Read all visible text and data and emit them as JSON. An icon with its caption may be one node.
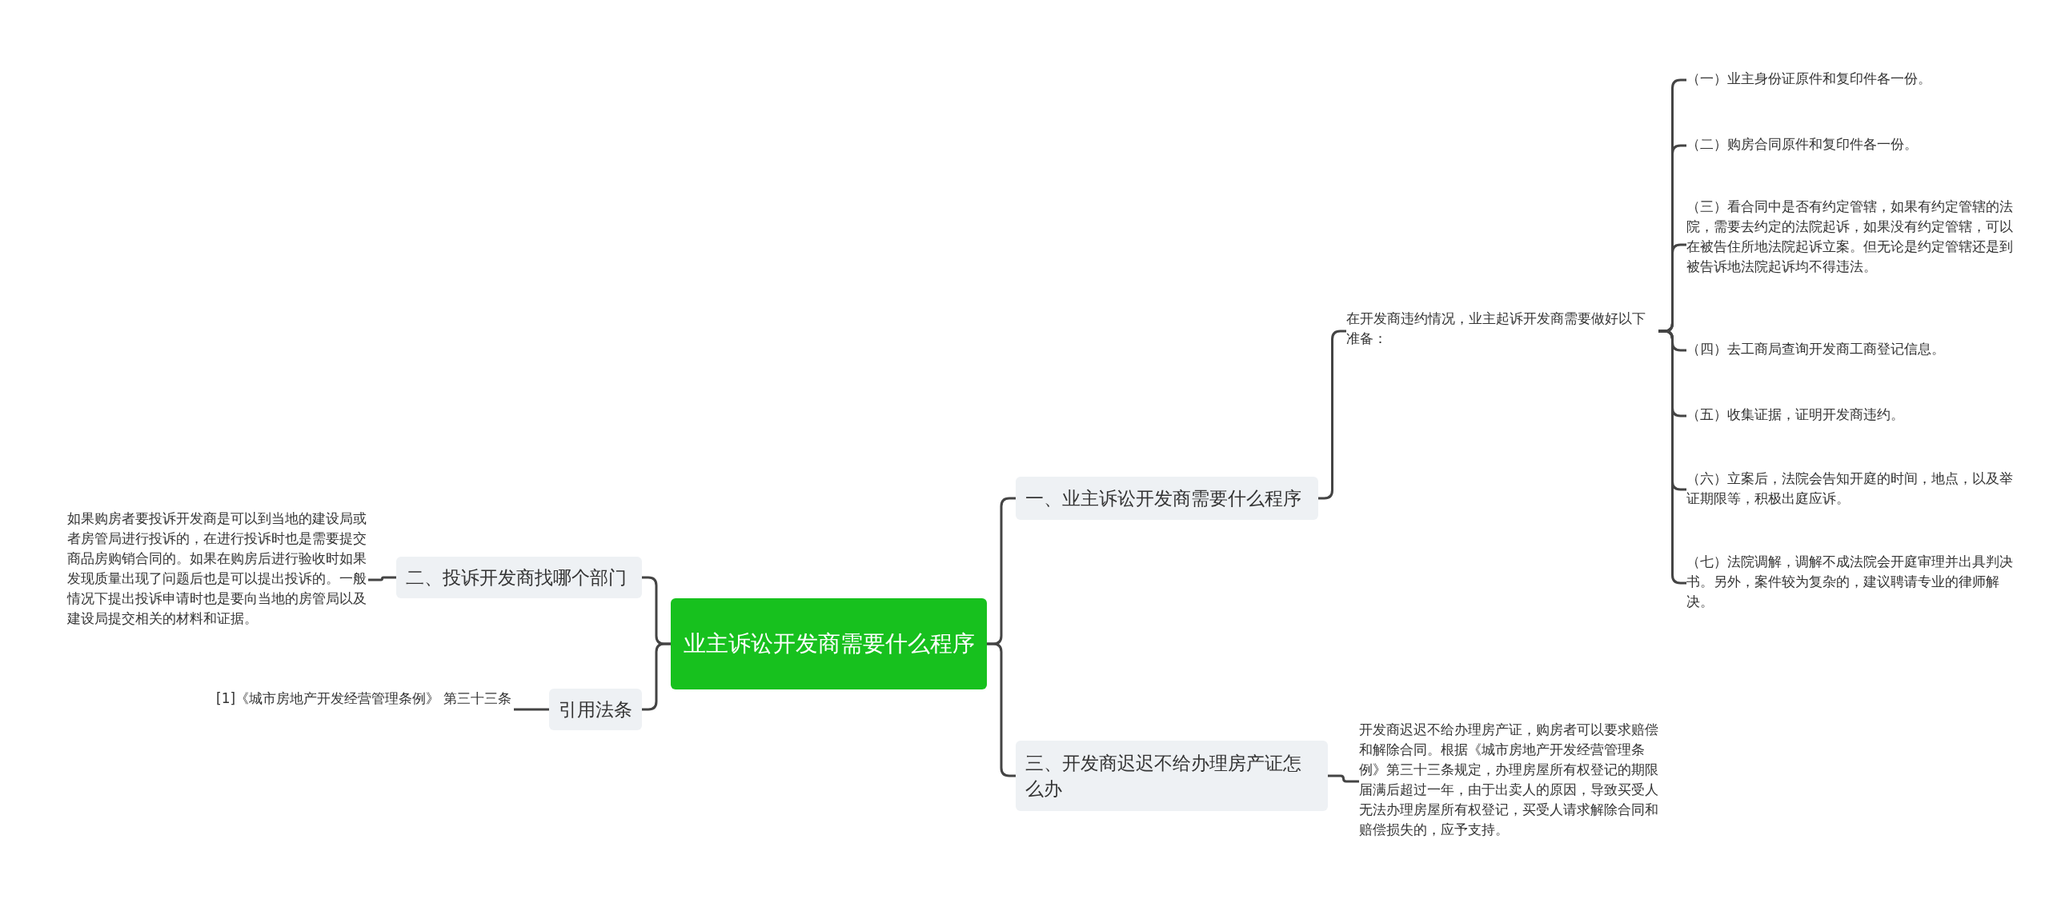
{
  "diagram": {
    "nodes": [
      {
        "text": [
          "业主诉讼开发商需要什么程序"
        ]
      },
      {
        "text": [
          "一、业主诉讼开发商需要什么程序"
        ]
      },
      {
        "text": [
          "在开发商违约情况，业主起诉开发商需要做好以下准备："
        ]
      },
      {
        "text": [
          "（一）业主身份证原件和复印件各一份。"
        ]
      },
      {
        "text": [
          "（二）购房合同原件和复印件各一份。"
        ]
      },
      {
        "text": [
          "（三）看合同中是否有约定管辖，如果有约定管辖的法院，需要去约定的法院起诉，如果没有约定管辖，可以在被告住所地法院起诉立案。但无论是约定管辖还是到被告诉地法院起诉均不得违法。"
        ]
      },
      {
        "text": [
          "（四）去工商局查询开发商工商登记信息。"
        ]
      },
      {
        "text": [
          "（五）收集证据，证明开发商违约。"
        ]
      },
      {
        "text": [
          "（六）立案后，法院会告知开庭的时间，地点，以及举证期限等，积极出庭应诉。"
        ]
      },
      {
        "text": [
          "（七）法院调解，调解不成法院会开庭审理并出具判决书。另外，案件较为复杂的，建议聘请专业的律师解决。"
        ]
      },
      {
        "text": [
          "三、开发商迟迟不给办理房产证怎么办"
        ]
      },
      {
        "text": [
          "开发商迟迟不给办理房产证，购房者可以要求赔偿和解除合同。根据《城市房地产开发经营管理条例》第三十三条规定，办理房屋所有权登记的期限届满后超过一年，由于出卖人的原因，导致买受人无法办理房屋所有权登记，买受人请求解除合同和赔偿损失的，应予支持。"
        ]
      },
      {
        "text": [
          "二、投诉开发商找哪个部门"
        ]
      },
      {
        "text": [
          "如果购房者要投诉开发商是可以到当地的建设局或者房管局进行投诉的，在进行投诉时也是需要提交商品房购销合同的。如果在购房后进行验收时如果发现质量出现了问题后也是可以提出投诉的。一般情况下提出投诉申请时也是要向当地的房管局以及建设局提交相关的材料和证据。"
        ]
      },
      {
        "text": [
          "引用法条"
        ]
      },
      {
        "text": [
          "[1]《城市房地产开发经营管理条例》 第三十三条"
        ]
      }
    ],
    "edges": [
      {
        "from": 0,
        "to": 1,
        "arrow": "none"
      },
      {
        "from": 0,
        "to": 10,
        "arrow": "none"
      },
      {
        "from": 0,
        "to": 12,
        "arrow": "none"
      },
      {
        "from": 0,
        "to": 14,
        "arrow": "none"
      },
      {
        "from": 1,
        "to": 2,
        "arrow": "none"
      },
      {
        "from": 2,
        "to": 3,
        "arrow": "none"
      },
      {
        "from": 2,
        "to": 4,
        "arrow": "none"
      },
      {
        "from": 2,
        "to": 5,
        "arrow": "none"
      },
      {
        "from": 2,
        "to": 6,
        "arrow": "none"
      },
      {
        "from": 2,
        "to": 7,
        "arrow": "none"
      },
      {
        "from": 2,
        "to": 8,
        "arrow": "none"
      },
      {
        "from": 2,
        "to": 9,
        "arrow": "none"
      },
      {
        "from": 10,
        "to": 11,
        "arrow": "none"
      },
      {
        "from": 12,
        "to": 13,
        "arrow": "none"
      },
      {
        "from": 14,
        "to": 15,
        "arrow": "none"
      }
    ]
  }
}
